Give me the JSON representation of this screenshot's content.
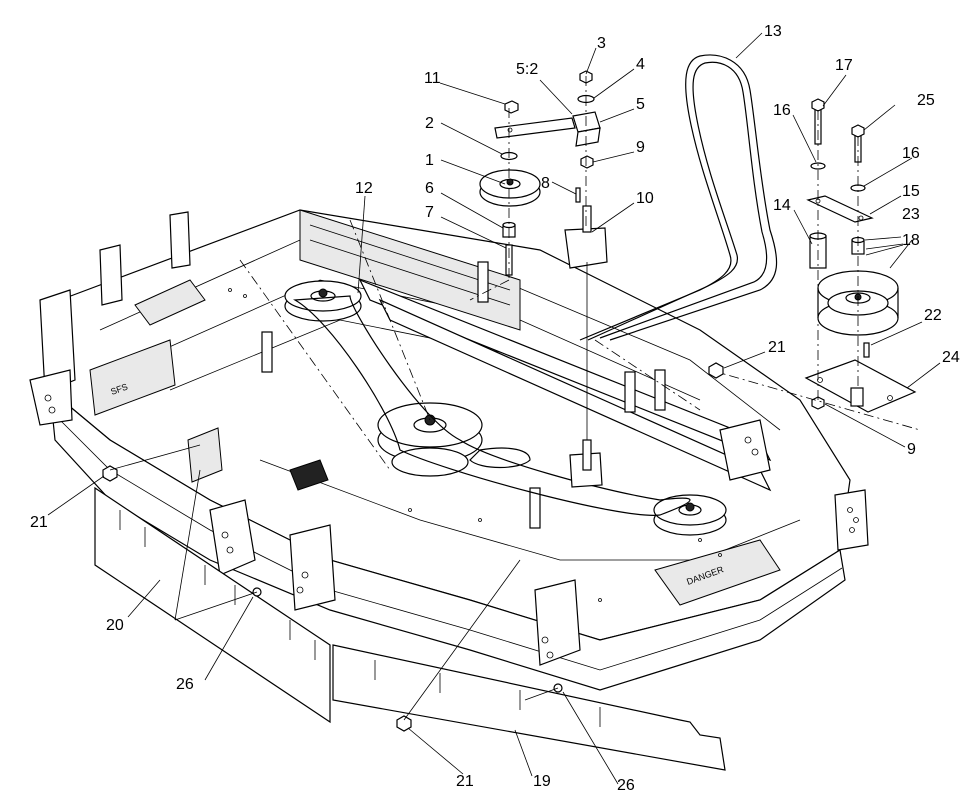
{
  "diagram": {
    "callouts": {
      "c1": "1",
      "c2": "2",
      "c3": "3",
      "c4": "4",
      "c5": "5",
      "c5_2": "5:2",
      "c6": "6",
      "c7": "7",
      "c8": "8",
      "c9a": "9",
      "c9b": "9",
      "c10": "10",
      "c11": "11",
      "c12": "12",
      "c13": "13",
      "c14": "14",
      "c15": "15",
      "c16a": "16",
      "c16b": "16",
      "c17": "17",
      "c18": "18",
      "c19": "19",
      "c20": "20",
      "c21a": "21",
      "c21b": "21",
      "c21c": "21",
      "c22": "22",
      "c23": "23",
      "c24": "24",
      "c25": "25",
      "c26a": "26",
      "c26b": "26"
    },
    "decals": {
      "danger": "DANGER",
      "system": "SFS"
    }
  }
}
